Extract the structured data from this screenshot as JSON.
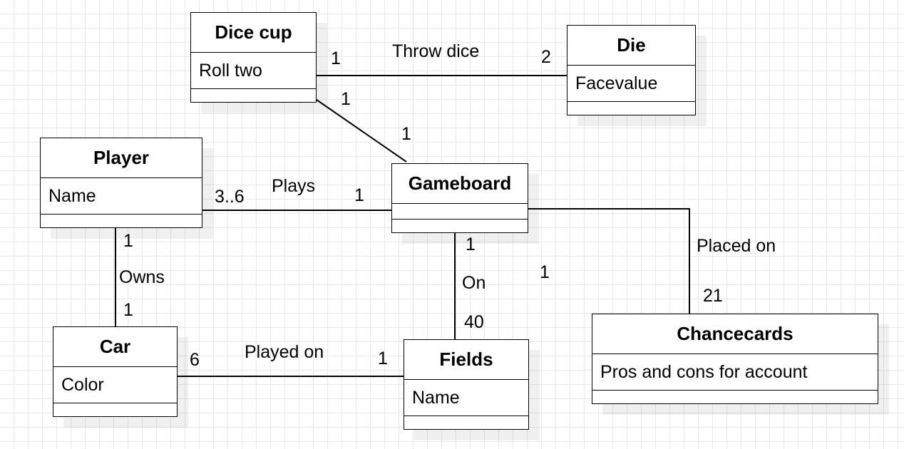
{
  "classes": {
    "dice_cup": {
      "name": "Dice cup",
      "attribute": "Roll two"
    },
    "die": {
      "name": "Die",
      "attribute": "Facevalue"
    },
    "player": {
      "name": "Player",
      "attribute": "Name"
    },
    "gameboard": {
      "name": "Gameboard",
      "attribute": ""
    },
    "car": {
      "name": "Car",
      "attribute": "Color"
    },
    "fields": {
      "name": "Fields",
      "attribute": "Name"
    },
    "chancecards": {
      "name": "Chancecards",
      "attribute": "Pros and cons for account"
    }
  },
  "associations": {
    "throw_dice": {
      "label": "Throw dice",
      "mult_dicecup": "1",
      "mult_die": "2"
    },
    "dicecup_gameboard": {
      "mult_dicecup": "1",
      "mult_gameboard": "1"
    },
    "plays": {
      "label": "Plays",
      "mult_player": "3..6",
      "mult_gameboard": "1"
    },
    "owns": {
      "label": "Owns",
      "mult_player": "1",
      "mult_car": "1"
    },
    "on": {
      "label": "On",
      "mult_gameboard": "1",
      "mult_fields": "40"
    },
    "placed_on": {
      "label": "Placed on",
      "mult_gameboard": "1",
      "mult_chancecards": "21"
    },
    "played_on": {
      "label": "Played on",
      "mult_car": "6",
      "mult_fields": "1"
    }
  }
}
